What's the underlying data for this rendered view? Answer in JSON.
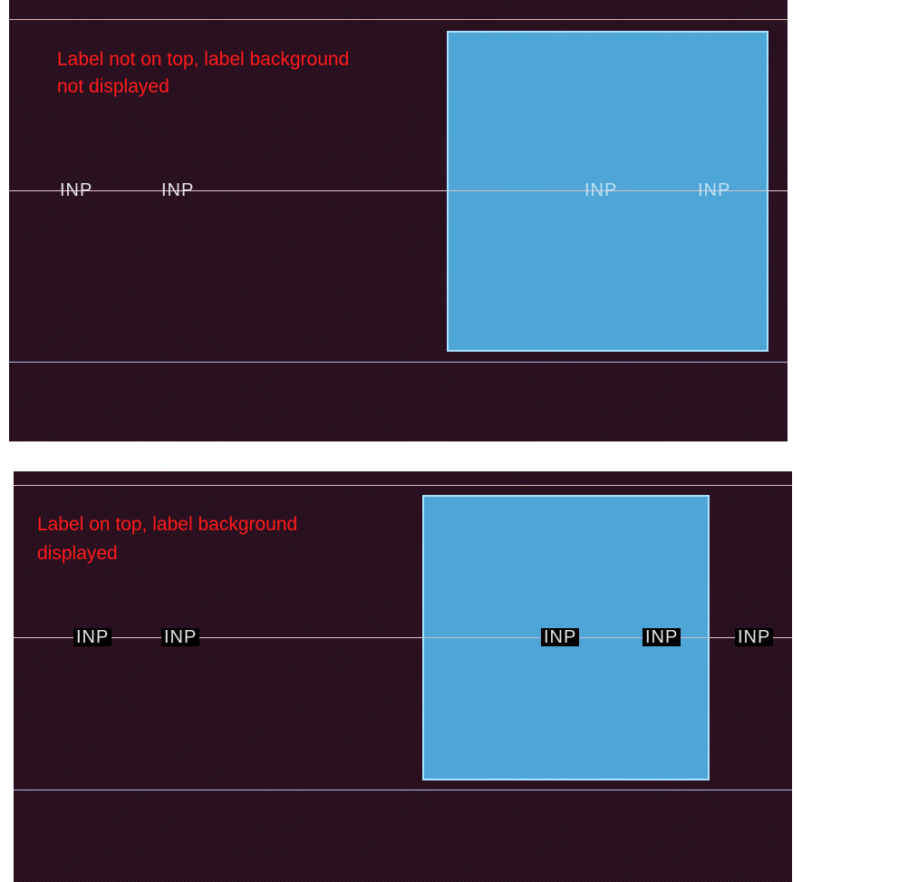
{
  "panels": [
    {
      "id": "top",
      "caption_line1": "Label not on top, label background",
      "caption_line2": "not displayed",
      "pin_labels": [
        "INP",
        "INP",
        "INP",
        "INP"
      ]
    },
    {
      "id": "bottom",
      "caption_line1": "Label on top, label background",
      "caption_line2": "displayed",
      "pin_labels": [
        "INP",
        "INP",
        "INP",
        "INP",
        "INP"
      ]
    }
  ],
  "colors": {
    "canvas_bg": "#2a0f1f",
    "block_fill": "#4aa3d6",
    "block_border": "#a9e4ff",
    "caption_text": "#ff1b1b",
    "pin_label_text": "#e6e6e6",
    "label_background": "#000000"
  }
}
